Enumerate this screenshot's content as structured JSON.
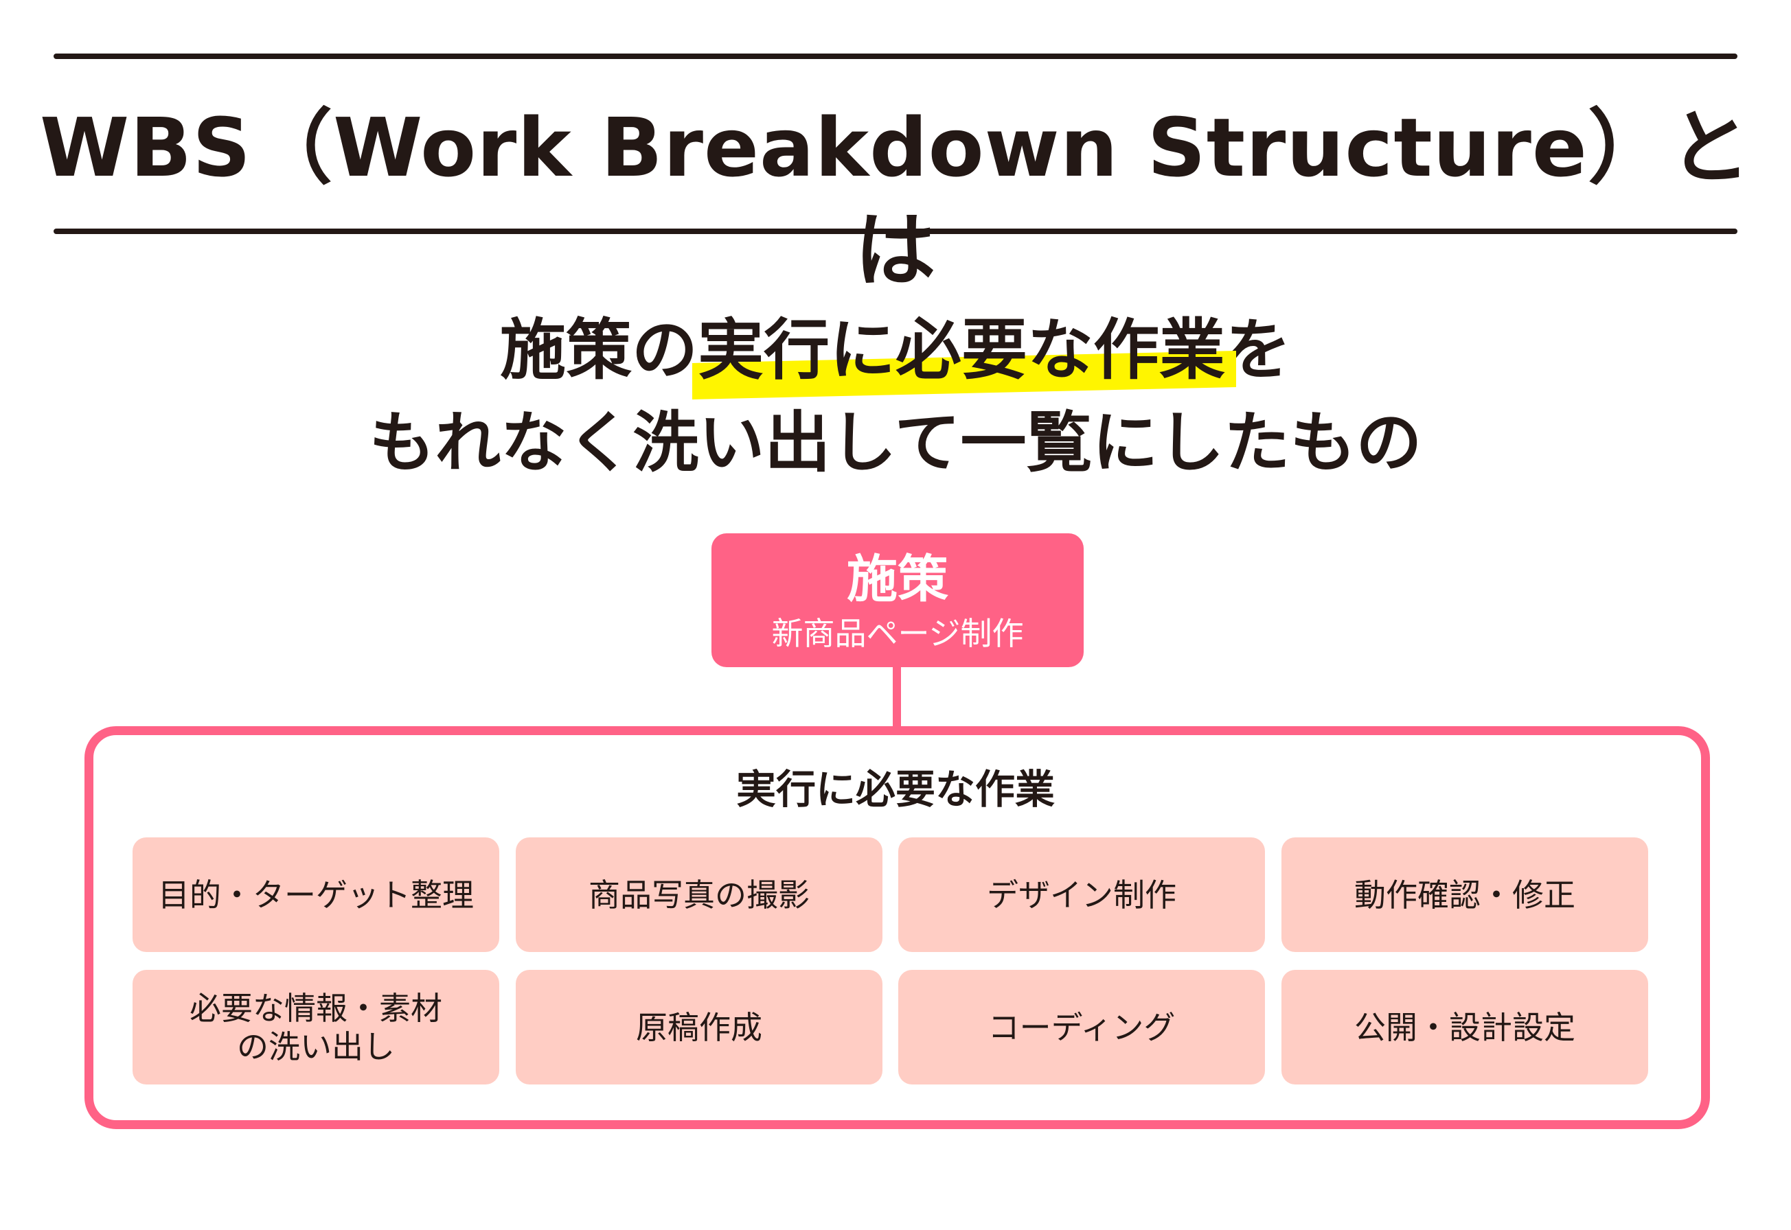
{
  "header": {
    "title": "WBS（Work Breakdown Structure）とは"
  },
  "definition": {
    "line1_prefix": "施策の",
    "line1_highlight": "実行に必要な作業",
    "line1_suffix": "を",
    "line2": "もれなく洗い出して一覧にしたもの"
  },
  "policy_node": {
    "title": "施策",
    "subtitle": "新商品ページ制作"
  },
  "tasks_group": {
    "title": "実行に必要な作業",
    "items": [
      {
        "label": "目的・ターゲット整理"
      },
      {
        "label": "商品写真の撮影"
      },
      {
        "label": "デザイン制作"
      },
      {
        "label": "動作確認・修正"
      },
      {
        "label": "必要な情報・素材\nの洗い出し"
      },
      {
        "label": "原稿作成"
      },
      {
        "label": "コーディング"
      },
      {
        "label": "公開・設計設定"
      }
    ]
  },
  "colors": {
    "accent_pink": "#FF6286",
    "cell_fill": "#FFCDC4",
    "highlight_yellow": "#FFF500",
    "text_dark": "#231815"
  }
}
